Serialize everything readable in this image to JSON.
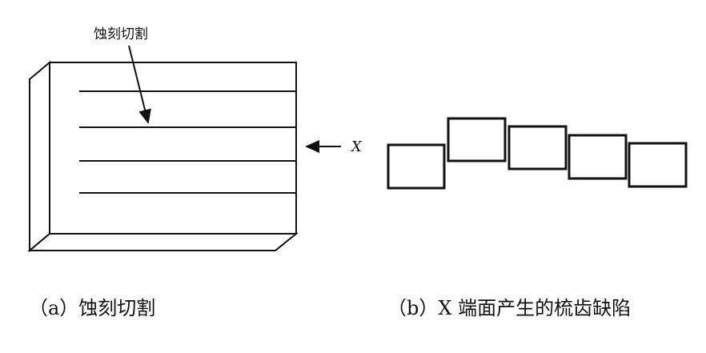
{
  "panel_a": {
    "annotation": "蚀刻切割",
    "direction_label": "X",
    "caption": "（a）蚀刻切割"
  },
  "panel_b": {
    "caption": "（b）X 端面产生的梳齿缺陷"
  },
  "colors": {
    "stroke": "#111111",
    "background": "#ffffff"
  }
}
